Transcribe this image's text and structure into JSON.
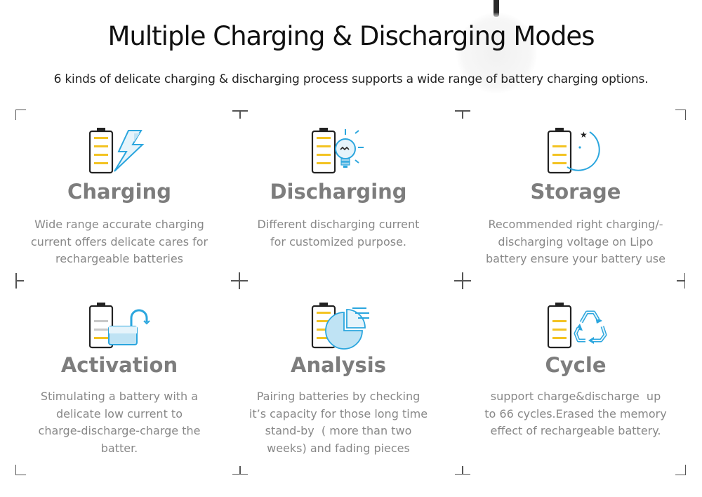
{
  "header": {
    "title": "Multiple Charging & Discharging Modes",
    "subtitle": "6 kinds of delicate charging & discharging process supports a wide range of battery charging options."
  },
  "colors": {
    "battery_fill": "#f3c322",
    "accent_blue": "#2ba6de",
    "heading": "#7d7d7d",
    "body_text": "#888888"
  },
  "modes": [
    {
      "icon": "battery-lightning-icon",
      "title": "Charging",
      "lines": [
        "Wide range accurate charging",
        "current offers delicate cares for",
        "rechargeable batteries"
      ]
    },
    {
      "icon": "battery-lightbulb-icon",
      "title": "Discharging",
      "lines": [
        "Different discharging current",
        "for customized purpose."
      ]
    },
    {
      "icon": "battery-moon-icon",
      "title": "Storage",
      "lines": [
        "Recommended right charging/-",
        "discharging voltage on Lipo",
        "battery ensure your battery use"
      ]
    },
    {
      "icon": "battery-lock-icon",
      "title": "Activation",
      "lines": [
        "Stimulating a battery with a",
        "delicate low current to",
        "charge-discharge-charge the",
        "batter."
      ]
    },
    {
      "icon": "battery-chart-icon",
      "title": "Analysis",
      "lines": [
        "Pairing batteries by checking",
        "it’s capacity for those long time",
        "stand-by  ( more than two",
        "weeks) and fading pieces"
      ]
    },
    {
      "icon": "battery-recycle-icon",
      "title": "Cycle",
      "lines": [
        "support charge&discharge  up",
        "to 66 cycles.Erased the memory",
        "effect of rechargeable battery."
      ]
    }
  ]
}
